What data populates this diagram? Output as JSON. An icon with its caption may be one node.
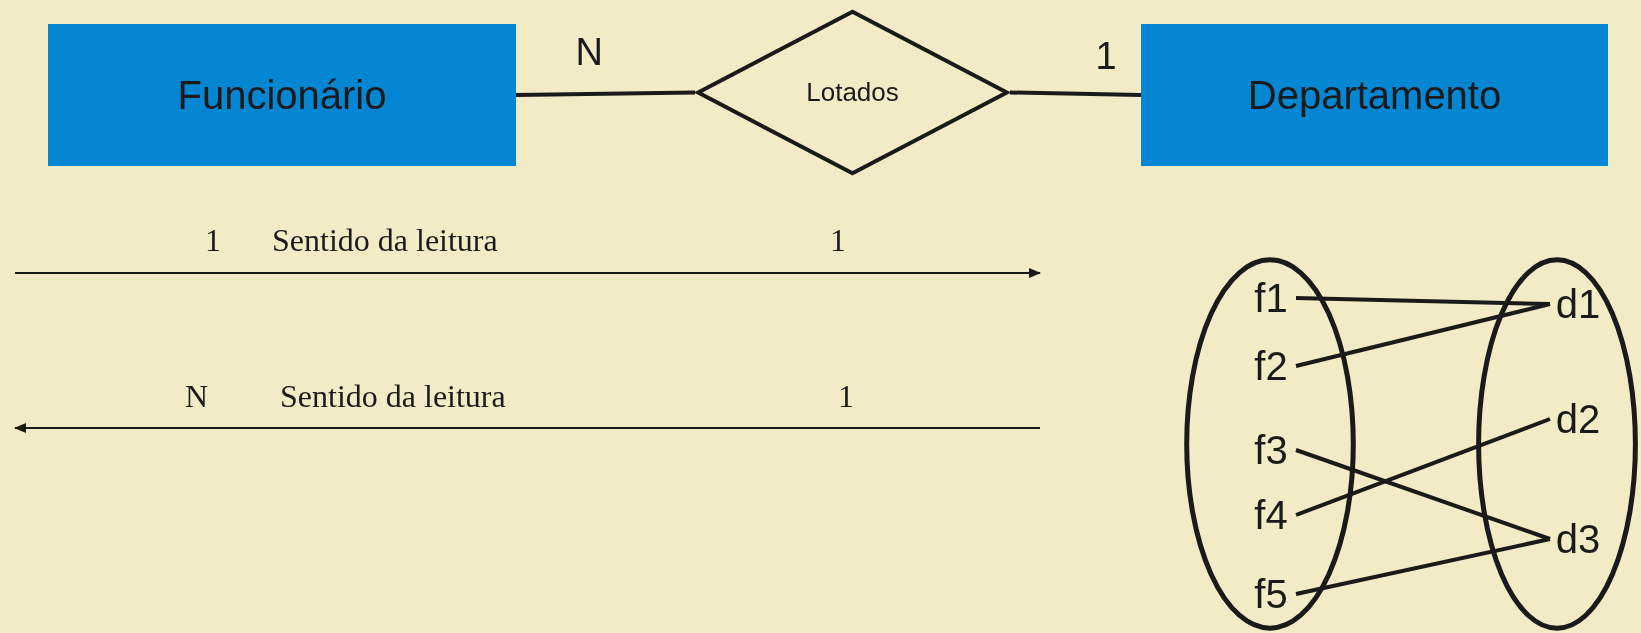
{
  "diagram": {
    "nodes": [
      {
        "text": [
          "Funcionário"
        ]
      },
      {
        "text": [
          "Lotados"
        ]
      },
      {
        "text": [
          "Departamento"
        ]
      },
      {
        "text": [],
        "shape": "ellipse"
      },
      {
        "text": [
          "f1"
        ],
        "in": 3
      },
      {
        "text": [
          "f2"
        ],
        "in": 3
      },
      {
        "text": [
          "f3"
        ],
        "in": 3
      },
      {
        "text": [
          "f4"
        ],
        "in": 3
      },
      {
        "text": [
          "f5"
        ],
        "in": 3
      },
      {
        "text": [],
        "shape": "ellipse"
      },
      {
        "text": [
          "d1"
        ],
        "in": 9
      },
      {
        "text": [
          "d2"
        ],
        "in": 9
      },
      {
        "text": [
          "d3"
        ],
        "in": 9
      }
    ],
    "edges": [
      {
        "from": 0,
        "to": 1,
        "arrow": "none",
        "label": "N"
      },
      {
        "from": 1,
        "to": 2,
        "arrow": "none",
        "label": "1"
      },
      {
        "from": 4,
        "to": 10,
        "arrow": "none"
      },
      {
        "from": 5,
        "to": 10,
        "arrow": "none"
      },
      {
        "from": 6,
        "to": 12,
        "arrow": "none"
      },
      {
        "from": 7,
        "to": 11,
        "arrow": "none"
      },
      {
        "from": 8,
        "to": 12,
        "arrow": "none"
      }
    ],
    "labels": [
      "1",
      "Sentido da leitura",
      "1",
      "N",
      "Sentido da leitura",
      "1"
    ]
  }
}
